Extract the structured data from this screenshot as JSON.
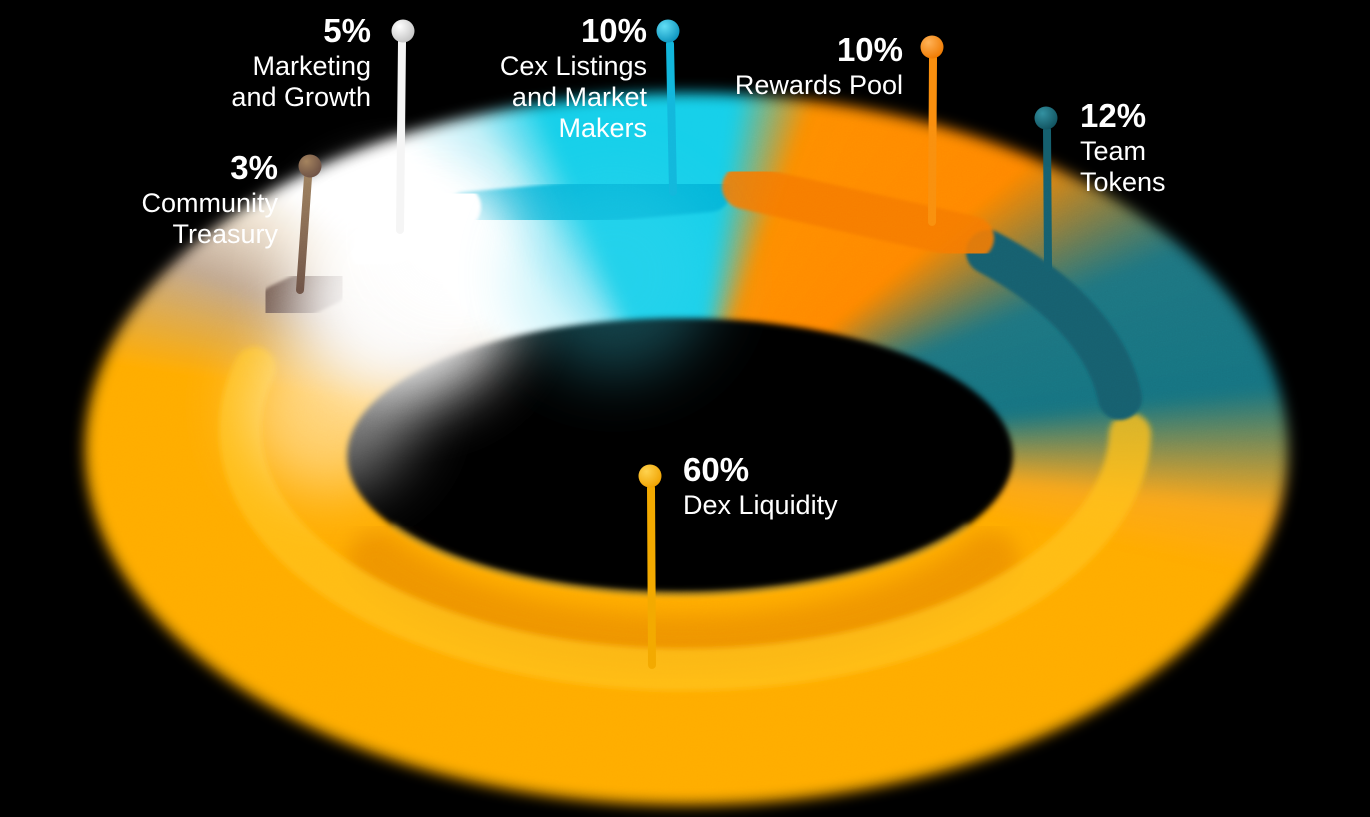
{
  "background_color": "#000000",
  "chart_data": {
    "type": "pie",
    "subtype": "3d-donut-tokenomics",
    "title": "",
    "unit": "%",
    "total": 100,
    "legend_position": "callout-pins-around-ring",
    "order_clockwise_from_top_left": [
      "Marketing and Growth",
      "Cex Listings and Market Makers",
      "Rewards Pool",
      "Team Tokens",
      "Dex Liquidity",
      "Community Treasury"
    ],
    "segments": [
      {
        "label": "Dex Liquidity",
        "value": 60,
        "color": "#FFAC04"
      },
      {
        "label": "Team Tokens",
        "value": 12,
        "color": "#19727F"
      },
      {
        "label": "Cex Listings and Market Makers",
        "value": 10,
        "color": "#1ECDE6"
      },
      {
        "label": "Rewards Pool",
        "value": 10,
        "color": "#FB8903"
      },
      {
        "label": "Marketing and Growth",
        "value": 5,
        "color": "#FFFFFF"
      },
      {
        "label": "Community Treasury",
        "value": 3,
        "color": "#6B4F43"
      }
    ]
  },
  "callouts": [
    {
      "pct": "5%",
      "lines": [
        "Marketing",
        "and Growth"
      ],
      "color": "#FFFFFF"
    },
    {
      "pct": "10%",
      "lines": [
        "Cex Listings",
        "and Market",
        "Makers"
      ],
      "color": "#1ECDE6"
    },
    {
      "pct": "10%",
      "lines": [
        "Rewards Pool"
      ],
      "color": "#FB8903"
    },
    {
      "pct": "12%",
      "lines": [
        "Team",
        "Tokens"
      ],
      "color": "#19727F"
    },
    {
      "pct": "3%",
      "lines": [
        "Community",
        "Treasury"
      ],
      "color": "#6B4F43"
    },
    {
      "pct": "60%",
      "lines": [
        "Dex Liquidity"
      ],
      "color": "#FFAC04"
    }
  ]
}
